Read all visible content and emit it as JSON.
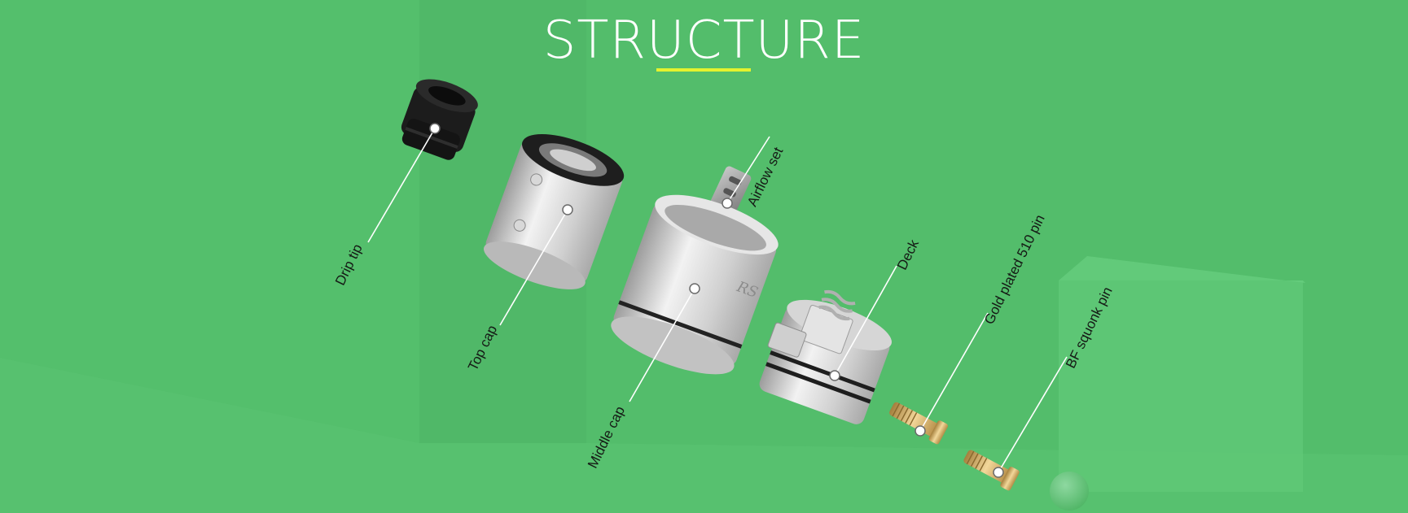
{
  "title": "STRUCTURE",
  "colors": {
    "background": "#53bd6b",
    "title": "#ffffff",
    "accent": "#e4f22e",
    "label": "#151a15"
  },
  "parts": [
    {
      "label": "Drip tip"
    },
    {
      "label": "Top cap"
    },
    {
      "label": "Middle cap"
    },
    {
      "label": "Airflow set"
    },
    {
      "label": "Deck"
    },
    {
      "label": "Gold plated 510 pin"
    },
    {
      "label": "BF squonk pin"
    }
  ]
}
